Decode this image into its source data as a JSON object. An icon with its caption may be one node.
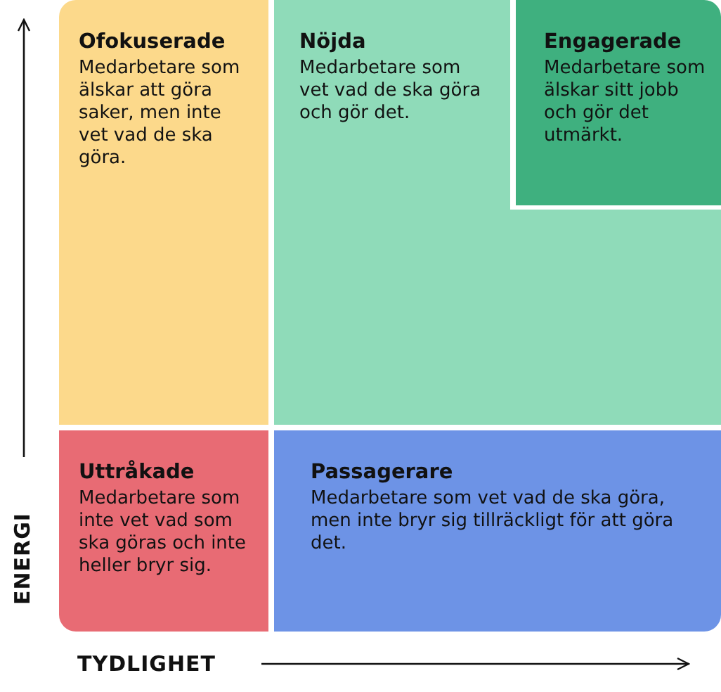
{
  "diagram": {
    "nodes": [
      {
        "text": [
          "Ofokuserade",
          "Medarbetare som älskar att göra saker, men inte vet vad de ska göra."
        ]
      },
      {
        "text": [
          "Nöjda",
          "Medarbetare som vet vad de ska göra och gör det."
        ]
      },
      {
        "text": [
          "Engagerade",
          "Medarbetare som älskar sitt jobb och gör det utmärkt."
        ]
      },
      {
        "text": [
          "Uttråkade",
          "Medarbetare som inte vet vad som ska göras och inte heller bryr sig."
        ]
      },
      {
        "text": [
          "Passagerare",
          "Medarbetare som vet vad de ska göra, men inte bryr sig tillräckligt för att göra det."
        ]
      }
    ],
    "edges": [],
    "labels": [
      "ENERGI",
      "TYDLIGHET"
    ]
  }
}
